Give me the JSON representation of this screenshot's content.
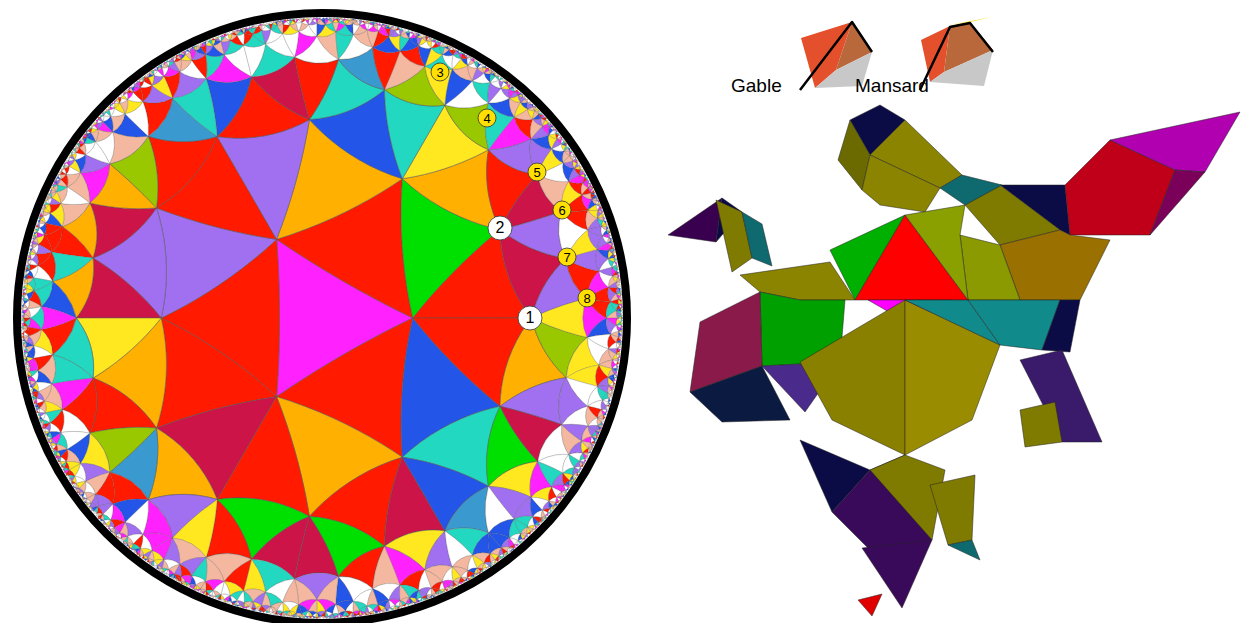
{
  "diagram": {
    "labels": [
      "1",
      "2",
      "3",
      "4",
      "5",
      "6",
      "7",
      "8",
      "Gable",
      "Mansard"
    ]
  }
}
